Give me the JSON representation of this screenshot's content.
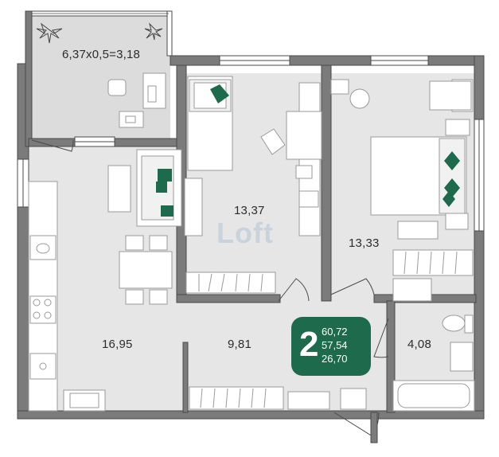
{
  "plan": {
    "watermark": "Loft",
    "colors": {
      "wall": "#7b7b7b",
      "wall_outline": "#4a4a4a",
      "floor": "#e6e6e6",
      "balcony": "#dcdcdc",
      "accent": "#1e6a4c",
      "furniture_stroke": "#9a9a9a"
    },
    "rooms": [
      {
        "id": "balcony",
        "area": "6,37x0,5=3,18"
      },
      {
        "id": "bedroom-middle",
        "area": "13,37"
      },
      {
        "id": "bedroom-right",
        "area": "13,33"
      },
      {
        "id": "kitchen-living",
        "area": "16,95"
      },
      {
        "id": "hallway",
        "area": "9,81"
      },
      {
        "id": "bathroom",
        "area": "4,08"
      }
    ],
    "badge": {
      "rooms": "2",
      "total_area": "60,72",
      "living_area": "57,54",
      "kitchen_area": "26,70"
    }
  }
}
